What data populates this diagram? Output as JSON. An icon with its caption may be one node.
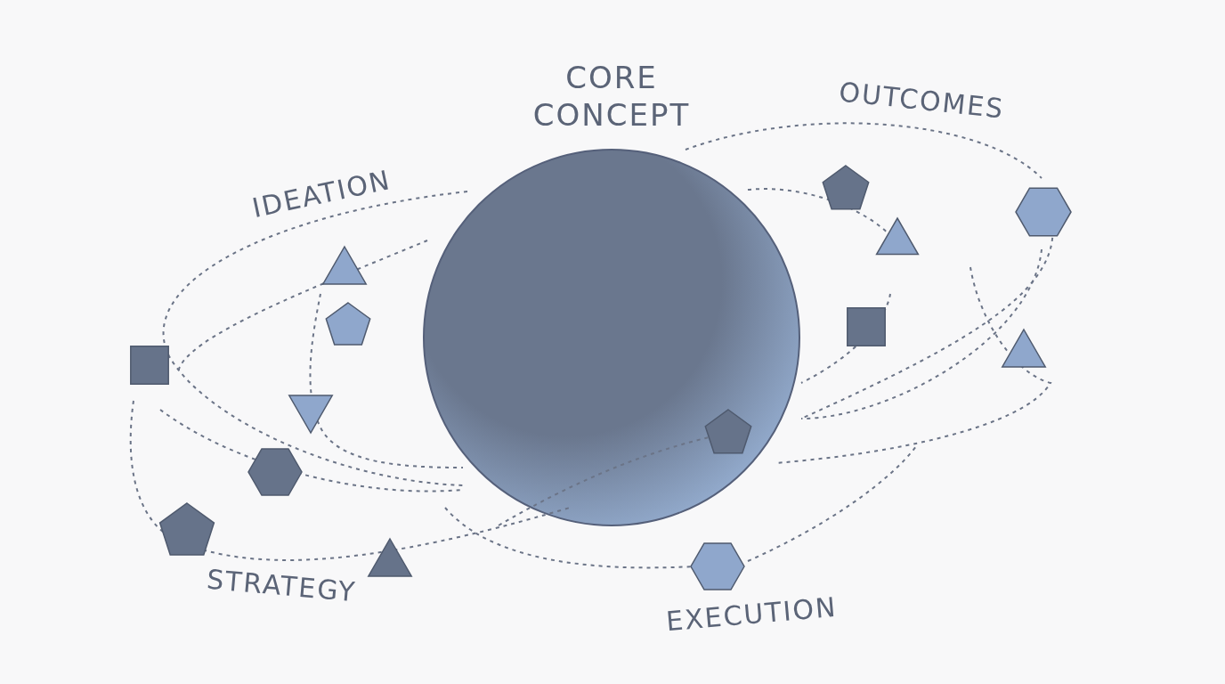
{
  "diagram": {
    "nodes": [
      {
        "text": [
          "CORE CONCEPT"
        ]
      }
    ],
    "edges": [],
    "labels": [
      "IDEATION",
      "OUTCOMES",
      "STRATEGY",
      "EXECUTION"
    ]
  }
}
